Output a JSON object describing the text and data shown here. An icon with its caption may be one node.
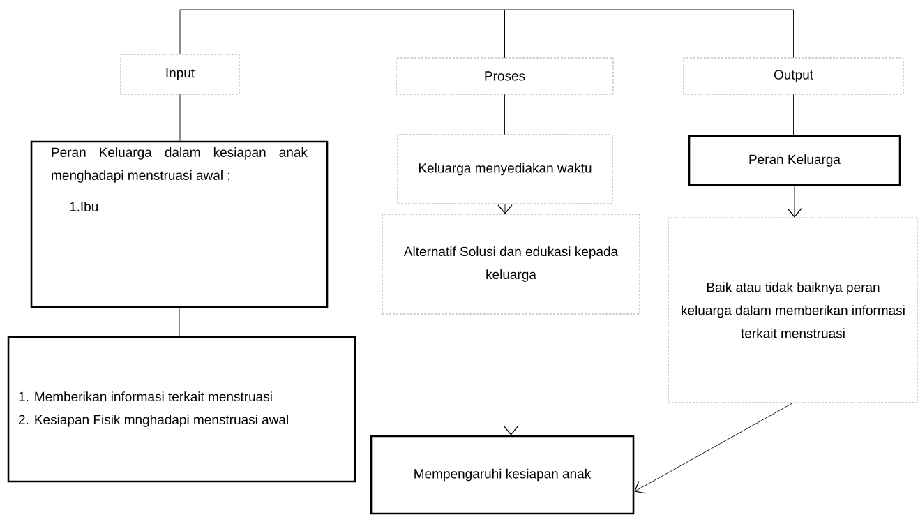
{
  "diagram": {
    "nodes": [
      {
        "text": [
          "Input"
        ]
      },
      {
        "text": [
          "Proses"
        ]
      },
      {
        "text": [
          "Output"
        ]
      },
      {
        "text": [
          "Peran Keluarga dalam kesiapan anak menghadapi menstruasi awal :",
          "1.Ibu"
        ]
      },
      {
        "text": [
          "1. Memberikan informasi terkait menstruasi",
          "2. Kesiapan Fisik mnghadapi menstruasi awal"
        ]
      },
      {
        "text": [
          "Keluarga menyediakan waktu"
        ]
      },
      {
        "text": [
          "Alternatif Solusi dan edukasi kepada keluarga"
        ]
      },
      {
        "text": [
          "Peran Keluarga"
        ]
      },
      {
        "text": [
          "Baik atau tidak baiknya peran keluarga dalam memberikan informasi terkait menstruasi"
        ]
      },
      {
        "text": [
          "Mempengaruhi kesiapan anak"
        ]
      }
    ],
    "edges": [
      {
        "from": 0,
        "to": 1,
        "arrow": "none"
      },
      {
        "from": 1,
        "to": 2,
        "arrow": "none"
      },
      {
        "from": 0,
        "to": 3,
        "arrow": "none"
      },
      {
        "from": 3,
        "to": 4,
        "arrow": "none"
      },
      {
        "from": 1,
        "to": 5,
        "arrow": "none"
      },
      {
        "from": 5,
        "to": 6,
        "arrow": "to"
      },
      {
        "from": 6,
        "to": 9,
        "arrow": "to"
      },
      {
        "from": 2,
        "to": 7,
        "arrow": "none"
      },
      {
        "from": 7,
        "to": 8,
        "arrow": "to"
      },
      {
        "from": 8,
        "to": 9,
        "arrow": "to"
      }
    ]
  }
}
